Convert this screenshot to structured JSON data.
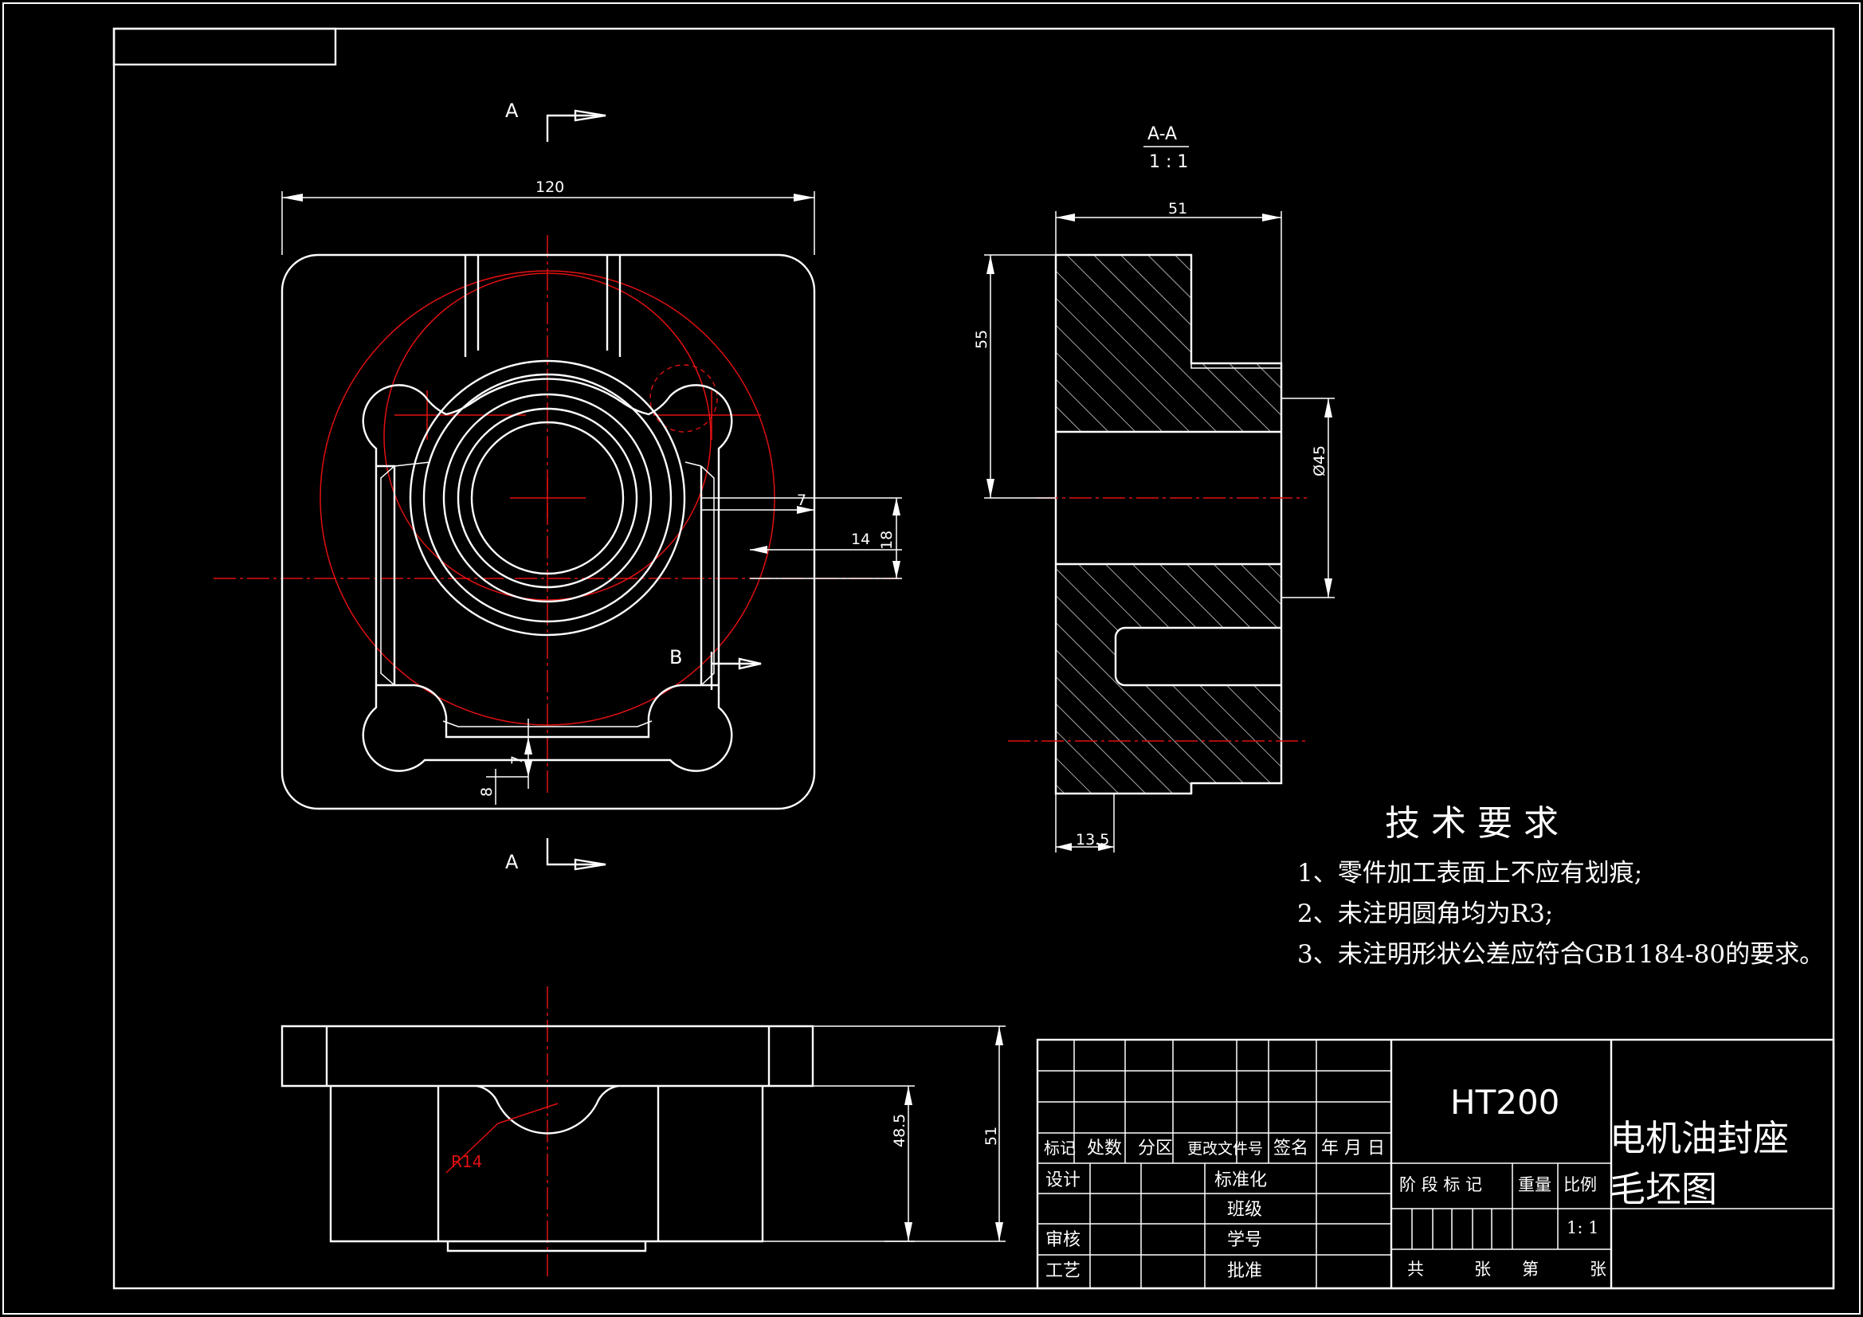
{
  "views": {
    "section_a_top": "A",
    "section_a_bottom": "A",
    "section_b": "B",
    "section_title": "A-A",
    "section_scale": "1 : 1"
  },
  "dimensions": {
    "width_120": "120",
    "d7_right": "7",
    "d14": "14",
    "d18": "18",
    "d7_bottom": "7",
    "d8": "8",
    "width_51": "51",
    "height_55": "55",
    "dia_45": "Ø45",
    "d13_5": "13.5",
    "h48_5": "48.5",
    "h51": "51",
    "r14": "R14"
  },
  "tech": {
    "title": "技 术 要 求",
    "items": [
      "1、零件加工表面上不应有划痕;",
      "2、未注明圆角均为R3;",
      "3、未注明形状公差应符合GB1184-80的要求。"
    ]
  },
  "title_block": {
    "material": "HT200",
    "part_name_1": "电机油封座",
    "part_name_2": "毛坯图",
    "hdr_mark": "标记",
    "hdr_count": "处数",
    "hdr_zone": "分区",
    "hdr_docno": "更改文件号",
    "hdr_sign": "签名",
    "hdr_date": "年 月 日",
    "design": "设计",
    "standard": "标准化",
    "class": "班级",
    "review": "审核",
    "student_no": "学号",
    "process": "工艺",
    "approve": "批准",
    "stage_mark": "阶 段 标 记",
    "weight": "重量",
    "scale": "比例",
    "scale_value": "1: 1",
    "total": "共",
    "sheets": "张",
    "sheet_no": "第",
    "sheet": "张"
  },
  "colors": {
    "background": "#000000",
    "outline": "#ffffff",
    "centerline": "#e01010"
  }
}
